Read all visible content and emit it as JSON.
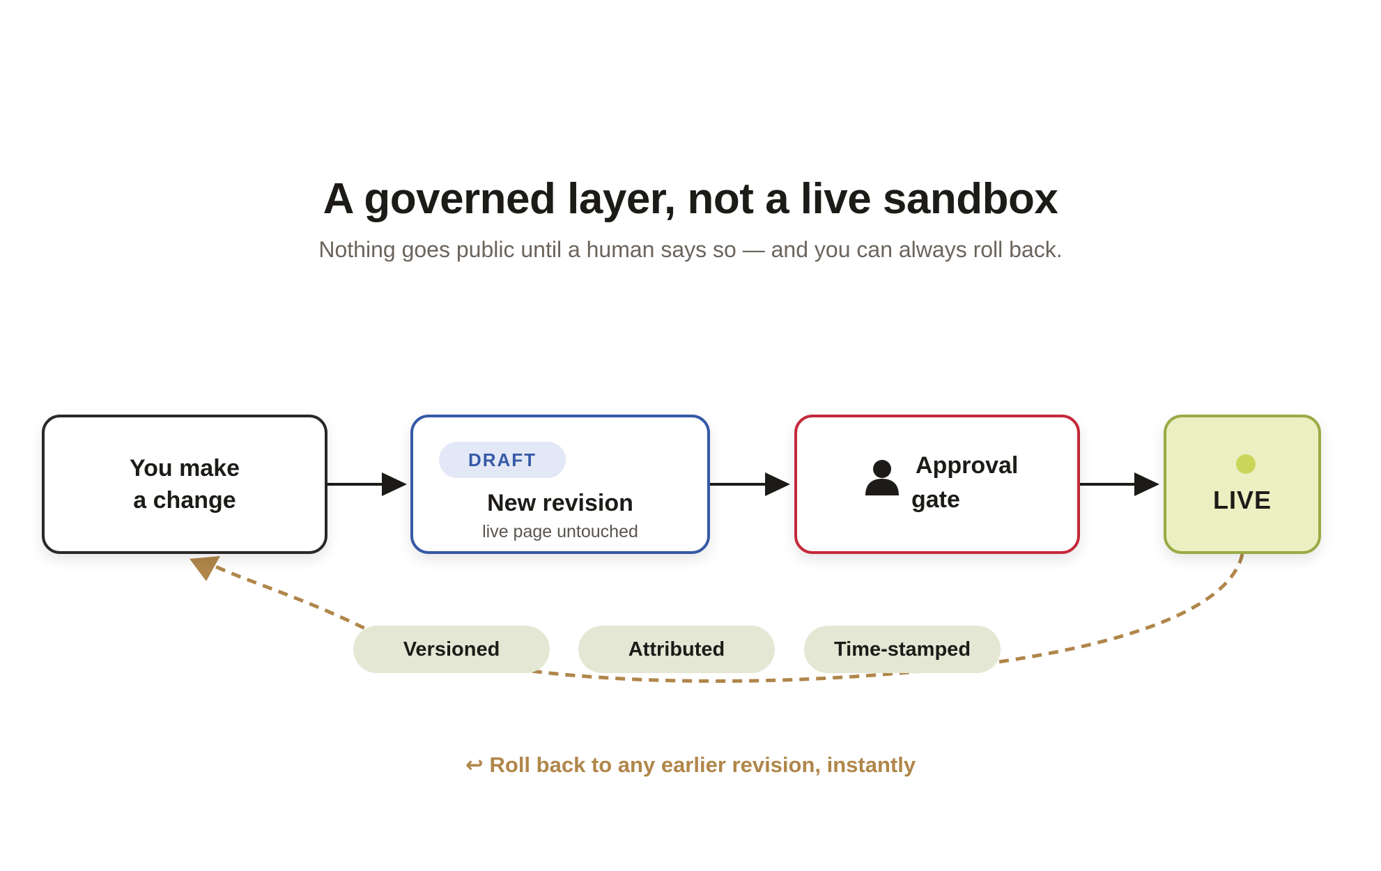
{
  "header": {
    "title": "A governed layer, not a live sandbox",
    "subtitle": "Nothing goes public until a human says so — and you can always roll back."
  },
  "steps": {
    "change": {
      "label": "You make\na change"
    },
    "draft": {
      "badge": "DRAFT",
      "title": "New revision",
      "subtitle": "live page untouched"
    },
    "gate": {
      "line1": "Approval",
      "line2": "gate",
      "icon": "person-icon"
    },
    "live": {
      "label": "LIVE",
      "icon": "status-dot-icon"
    }
  },
  "tags": [
    "Versioned",
    "Attributed",
    "Time-stamped"
  ],
  "footer": {
    "rollback": "↩ Roll back to any earlier revision, instantly"
  },
  "colors": {
    "ink": "#1d1b18",
    "draft_blue": "#3559a6",
    "gate_red": "#c4283a",
    "live_green": "#9aaa45",
    "live_fill": "#ebefc2",
    "rollback_gold": "#b0864a",
    "pill_fill": "#e3e7d4"
  }
}
